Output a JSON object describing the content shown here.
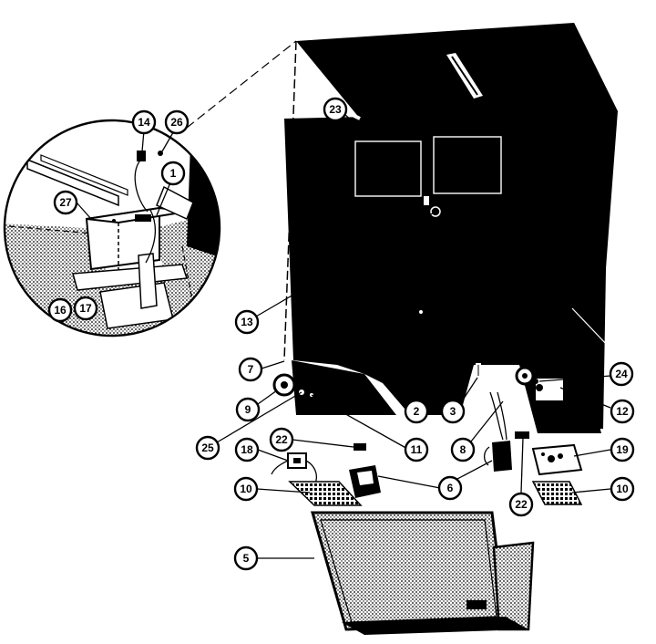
{
  "diagram": {
    "colors": {
      "ink": "#000000",
      "paper": "#ffffff",
      "stipple": "#8a8a8a",
      "panel": "#6e6e6e"
    },
    "callouts": [
      "23",
      "14",
      "26",
      "1",
      "27",
      "16",
      "17",
      "13",
      "7",
      "9",
      "25",
      "22",
      "18",
      "10",
      "5",
      "2",
      "3",
      "8",
      "11",
      "6",
      "22",
      "24",
      "12",
      "19",
      "10"
    ]
  }
}
